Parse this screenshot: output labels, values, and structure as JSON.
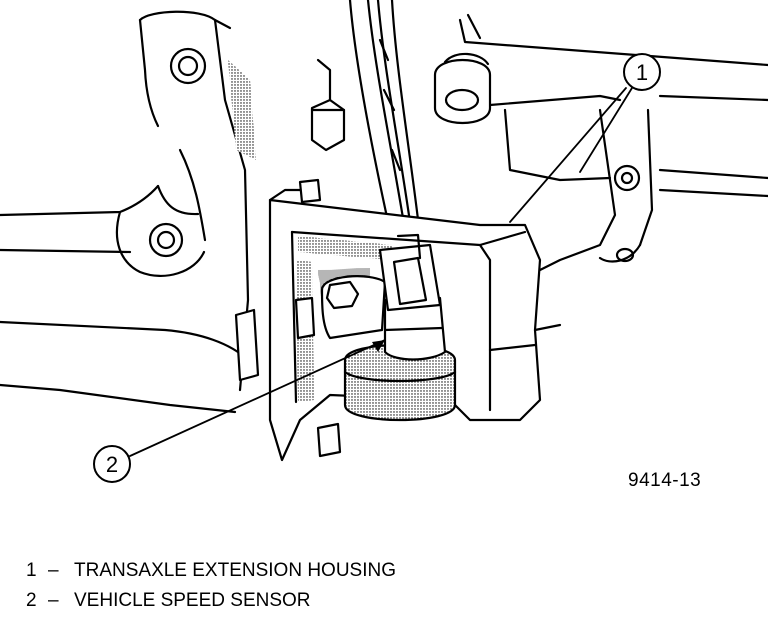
{
  "figure_id": "9414-13",
  "callouts": [
    {
      "number": "1",
      "label": "TRANSAXLE EXTENSION HOUSING"
    },
    {
      "number": "2",
      "label": "VEHICLE SPEED SENSOR"
    }
  ],
  "legend_separator": "–"
}
